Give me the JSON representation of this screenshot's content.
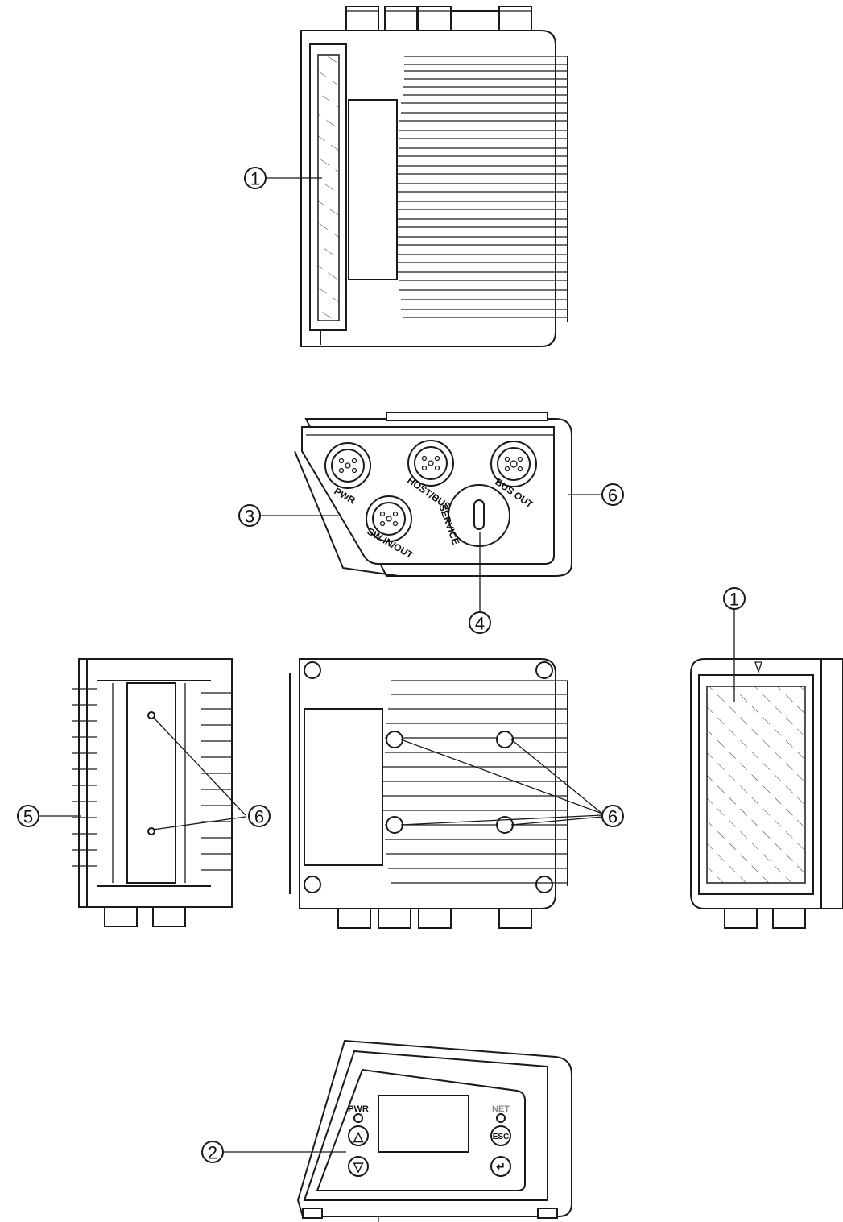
{
  "callouts": {
    "c1_top": "1",
    "c1_right": "1",
    "c2": "2",
    "c3": "3",
    "c4": "4",
    "c5": "5",
    "c6_connector": "6",
    "c6_side": "6",
    "c6_bottom": "6"
  },
  "ports": {
    "pwr": "PWR",
    "host_bus_in": "HOST/BUS IN",
    "bus_out": "BUS OUT",
    "sw_in_out": "SW IN/OUT",
    "service": "SERVICE"
  },
  "panel": {
    "pwr_label": "PWR",
    "net_label": "NET",
    "esc_label": "ESC",
    "up_symbol": "△",
    "down_symbol": "▽",
    "enter_symbol": "↵"
  }
}
